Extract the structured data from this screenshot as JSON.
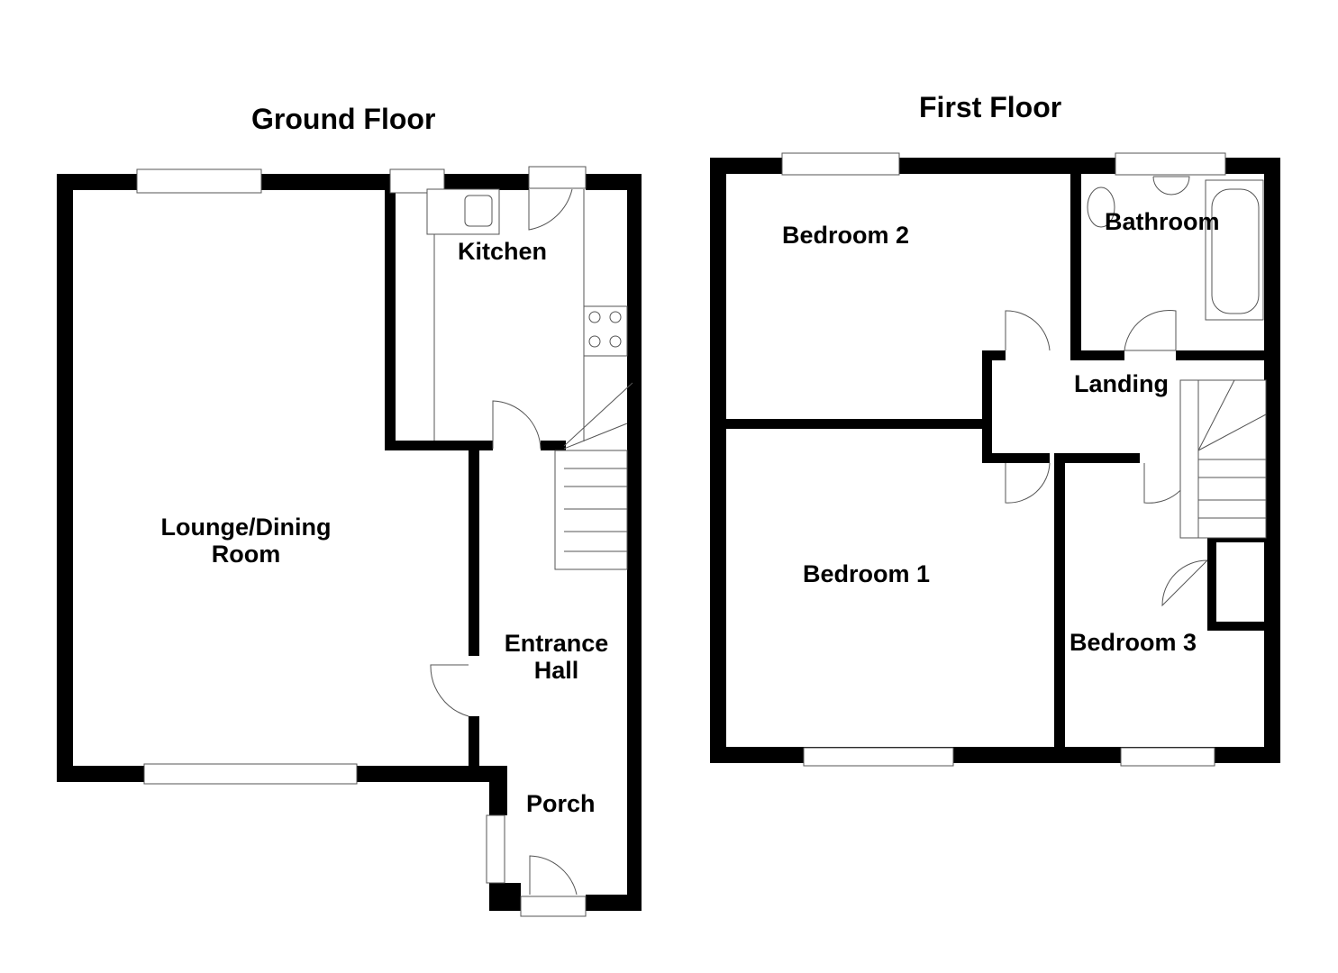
{
  "ground_floor": {
    "title": "Ground Floor",
    "rooms": {
      "lounge_line1": "Lounge/Dining",
      "lounge_line2": "Room",
      "kitchen": "Kitchen",
      "hall_line1": "Entrance",
      "hall_line2": "Hall",
      "porch": "Porch"
    }
  },
  "first_floor": {
    "title": "First Floor",
    "rooms": {
      "bedroom2": "Bedroom 2",
      "bathroom": "Bathroom",
      "landing": "Landing",
      "bedroom1": "Bedroom 1",
      "bedroom3": "Bedroom 3"
    }
  },
  "colors": {
    "wall": "#000000",
    "background": "#ffffff",
    "fixture_line": "#555555"
  }
}
